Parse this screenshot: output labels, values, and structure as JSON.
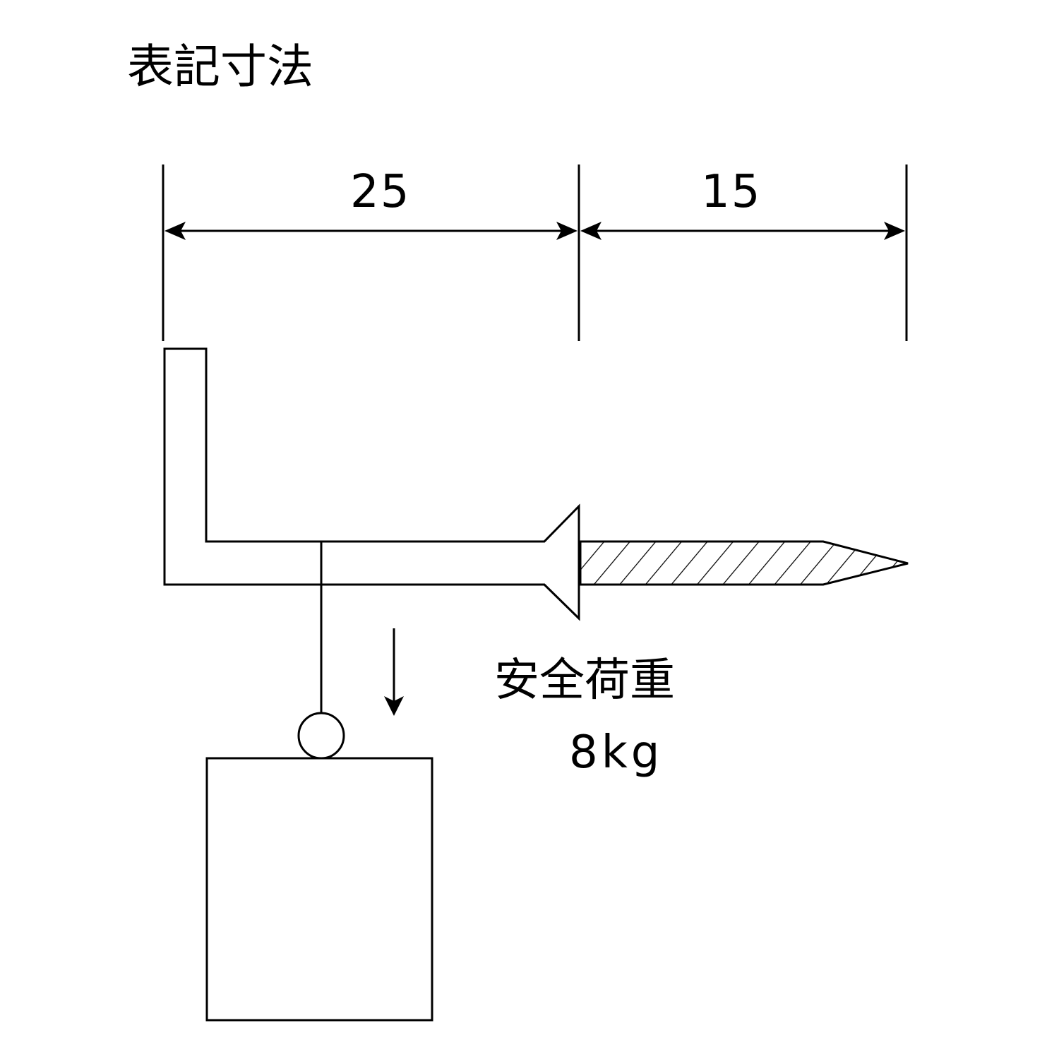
{
  "title": "表記寸法",
  "dimensions": {
    "hook_length": "25",
    "screw_length": "15"
  },
  "load": {
    "label": "安全荷重",
    "value": "8kg"
  },
  "colors": {
    "line": "#000000",
    "background": "#ffffff"
  }
}
